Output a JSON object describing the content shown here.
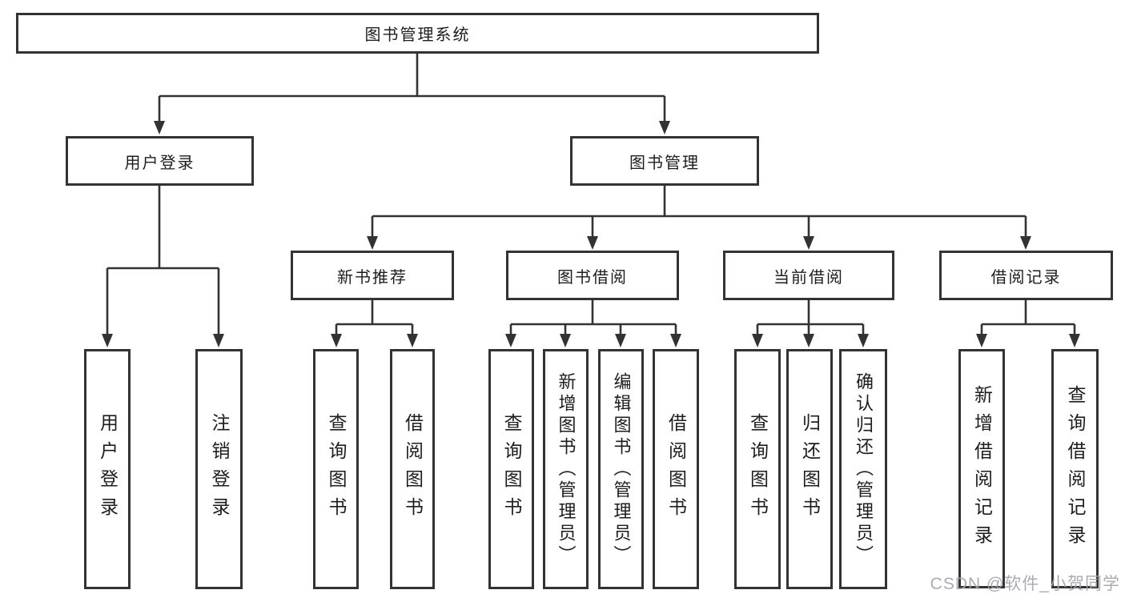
{
  "hierarchy": {
    "label": "图书管理系统",
    "children": [
      {
        "label": "用户登录",
        "children": [
          {
            "label": "用户登录"
          },
          {
            "label": "注销登录"
          }
        ]
      },
      {
        "label": "图书管理",
        "children": [
          {
            "label": "新书推荐",
            "children": [
              {
                "label": "查询图书"
              },
              {
                "label": "借阅图书"
              }
            ]
          },
          {
            "label": "图书借阅",
            "children": [
              {
                "label": "查询图书"
              },
              {
                "label": "新增图书（管理员）"
              },
              {
                "label": "编辑图书（管理员）"
              },
              {
                "label": "借阅图书"
              }
            ]
          },
          {
            "label": "当前借阅",
            "children": [
              {
                "label": "查询图书"
              },
              {
                "label": "归还图书"
              },
              {
                "label": "确认归还（管理员）"
              }
            ]
          },
          {
            "label": "借阅记录",
            "children": [
              {
                "label": "新增借阅记录"
              },
              {
                "label": "查询借阅记录"
              }
            ]
          }
        ]
      }
    ]
  },
  "watermark": "CSDN @软件_小贺同学",
  "colors": {
    "line": "#333333",
    "text": "#1d1d1f",
    "watermark": "#a4a4ab",
    "background": "#ffffff"
  }
}
